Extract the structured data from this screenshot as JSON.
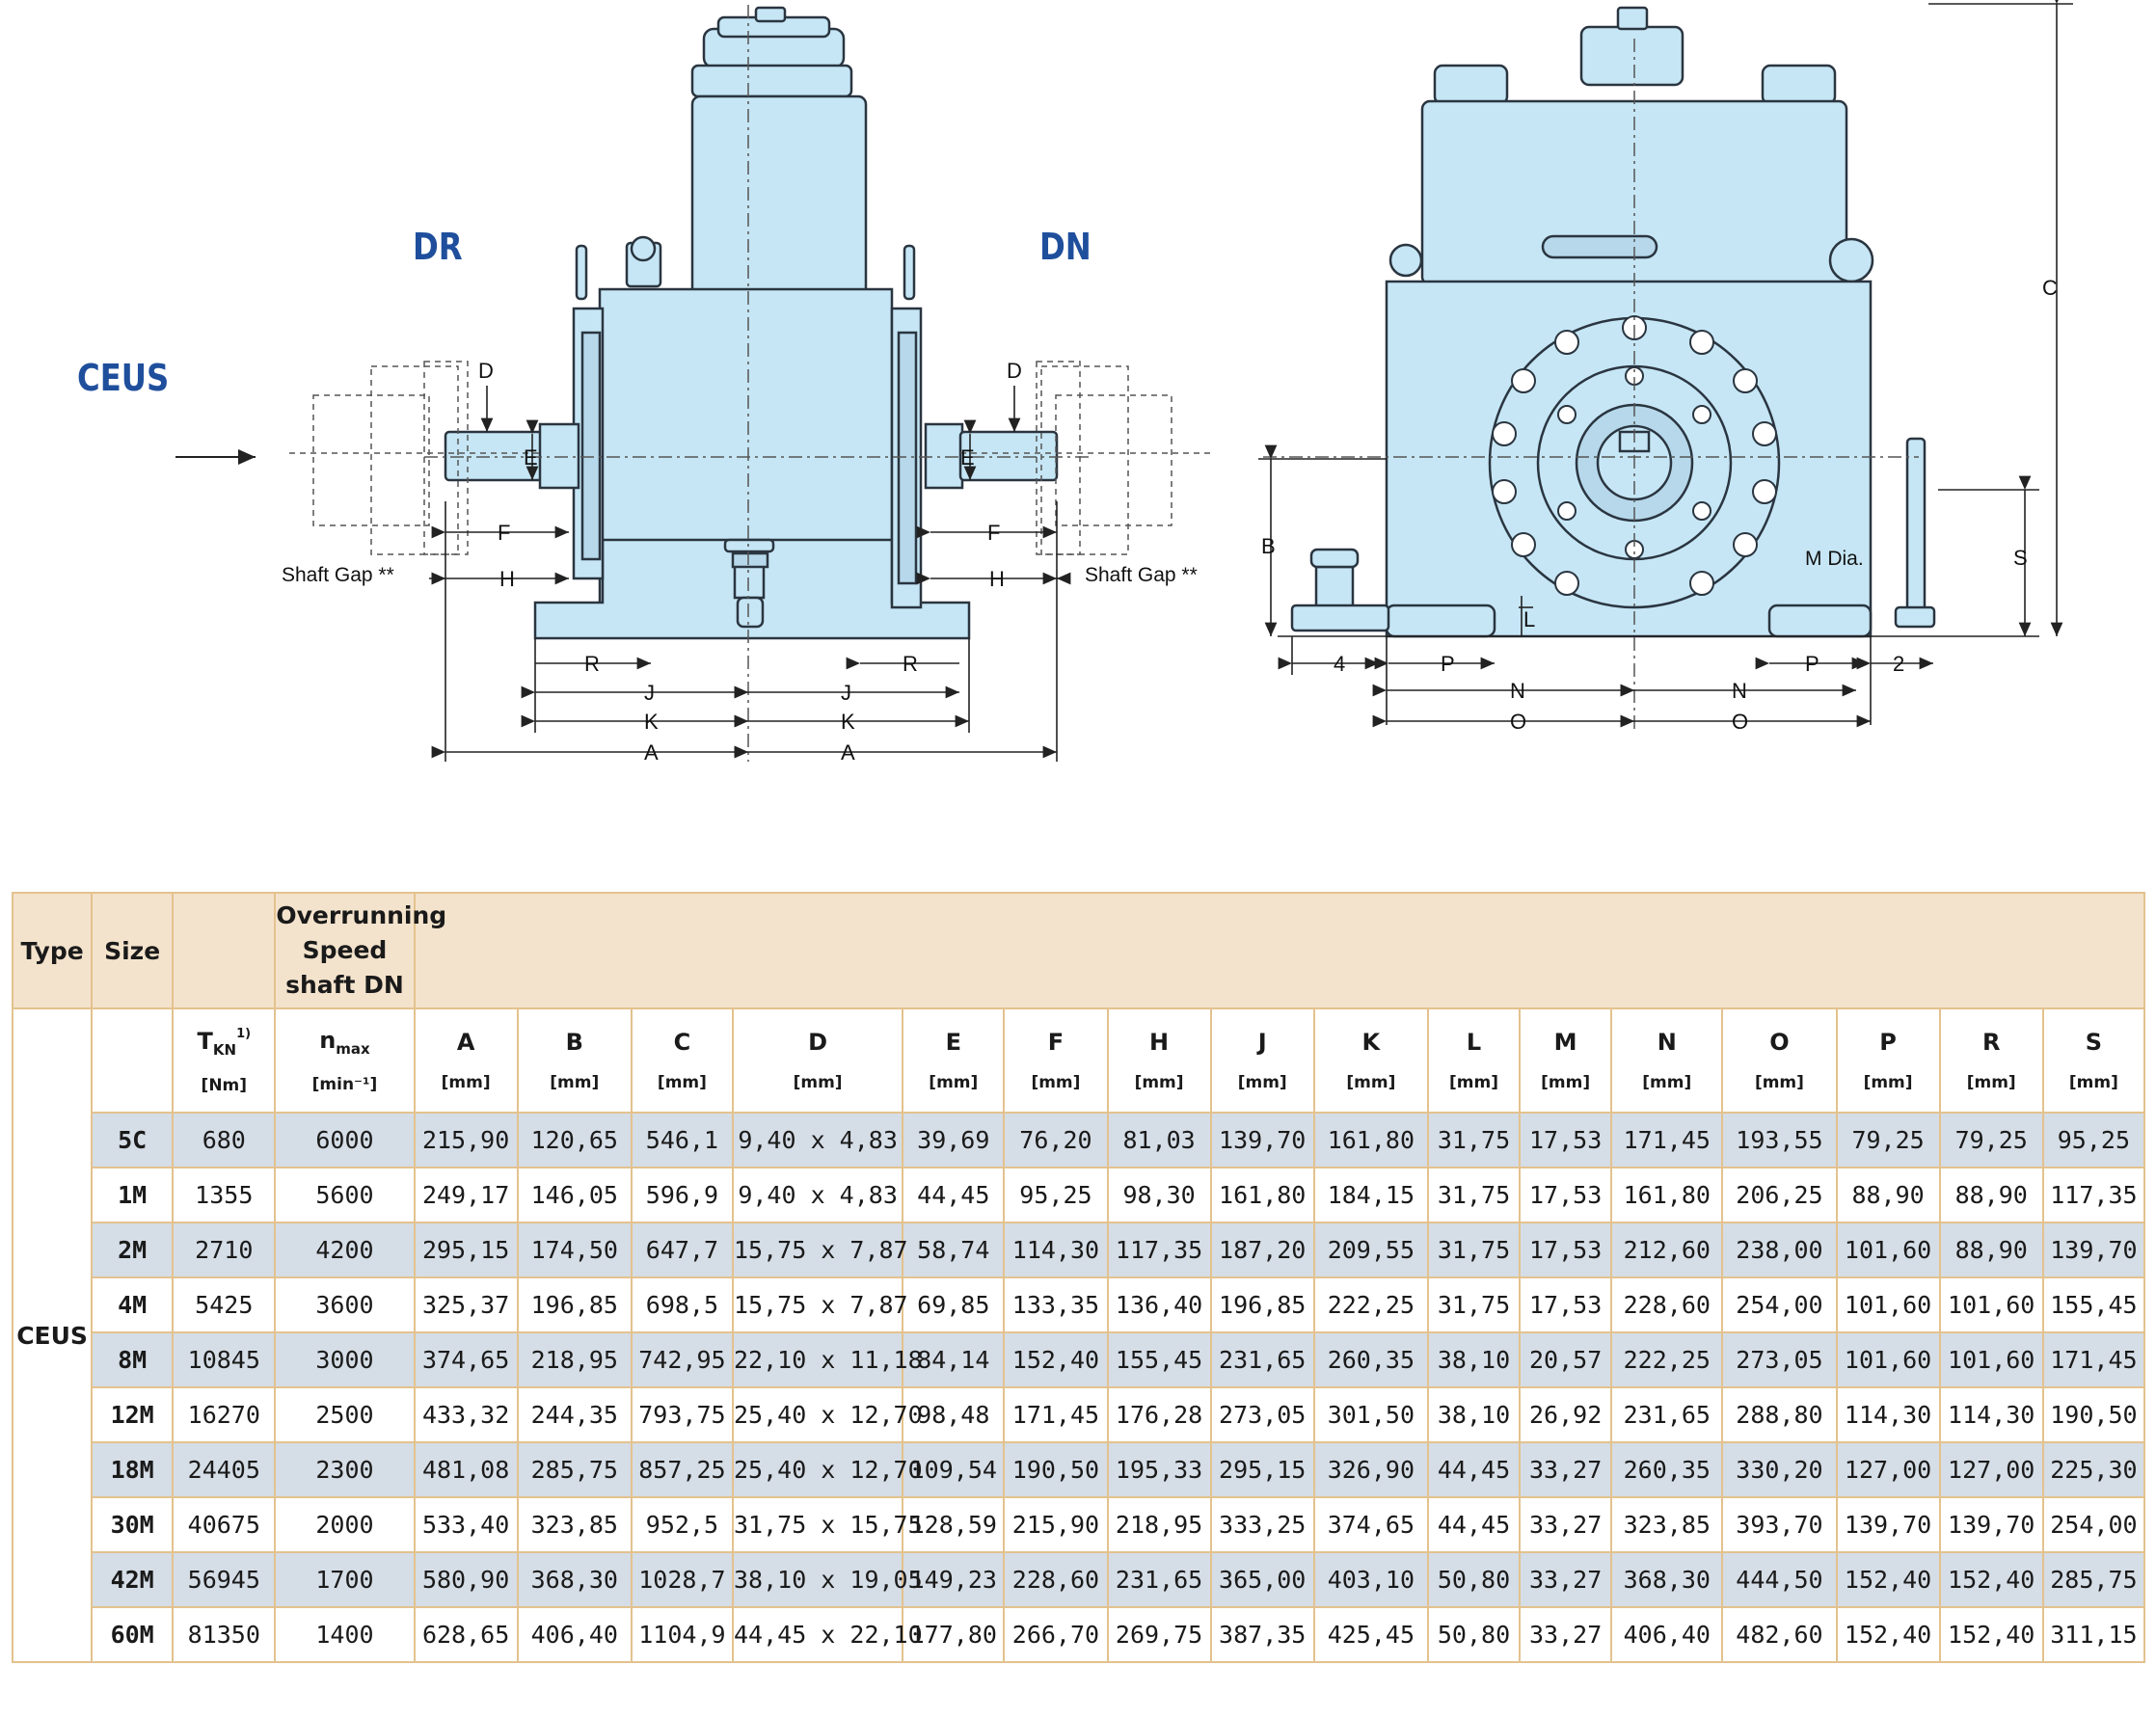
{
  "drawing": {
    "ceus_label": "CEUS",
    "dr_label": "DR",
    "dn_label": "DN",
    "shaft_gap_left": "Shaft Gap **",
    "shaft_gap_right": "Shaft Gap **",
    "m_dia": "M Dia.",
    "dims": {
      "A": "A",
      "B": "B",
      "C": "C",
      "D": "D",
      "E": "E",
      "F": "F",
      "H": "H",
      "J": "J",
      "K": "K",
      "L": "L",
      "N": "N",
      "O": "O",
      "P": "P",
      "R": "R",
      "S": "S",
      "four": "4",
      "two": "2"
    }
  },
  "table": {
    "header": {
      "type": "Type",
      "size": "Size",
      "overrunning": "Overrunning Speed shaft DN"
    },
    "type_value": "CEUS",
    "symbols": {
      "tkn_main": "T",
      "tkn_sub": "KN",
      "tkn_sup": "1)",
      "nmax_main": "n",
      "nmax_sub": "max"
    },
    "units": {
      "tkn": "[Nm]",
      "nmax": "[min⁻¹]",
      "mm": "[mm]"
    },
    "columns": [
      "A",
      "B",
      "C",
      "D",
      "E",
      "F",
      "H",
      "J",
      "K",
      "L",
      "M",
      "N",
      "O",
      "P",
      "R",
      "S"
    ],
    "rows": [
      {
        "size": "5C",
        "tkn": "680",
        "nmax": "6000",
        "values": [
          "215,90",
          "120,65",
          "546,1",
          "9,40 x 4,83",
          "39,69",
          "76,20",
          "81,03",
          "139,70",
          "161,80",
          "31,75",
          "17,53",
          "171,45",
          "193,55",
          "79,25",
          "79,25",
          "95,25"
        ]
      },
      {
        "size": "1M",
        "tkn": "1355",
        "nmax": "5600",
        "values": [
          "249,17",
          "146,05",
          "596,9",
          "9,40 x 4,83",
          "44,45",
          "95,25",
          "98,30",
          "161,80",
          "184,15",
          "31,75",
          "17,53",
          "161,80",
          "206,25",
          "88,90",
          "88,90",
          "117,35"
        ]
      },
      {
        "size": "2M",
        "tkn": "2710",
        "nmax": "4200",
        "values": [
          "295,15",
          "174,50",
          "647,7",
          "15,75 x 7,87",
          "58,74",
          "114,30",
          "117,35",
          "187,20",
          "209,55",
          "31,75",
          "17,53",
          "212,60",
          "238,00",
          "101,60",
          "88,90",
          "139,70"
        ]
      },
      {
        "size": "4M",
        "tkn": "5425",
        "nmax": "3600",
        "values": [
          "325,37",
          "196,85",
          "698,5",
          "15,75 x 7,87",
          "69,85",
          "133,35",
          "136,40",
          "196,85",
          "222,25",
          "31,75",
          "17,53",
          "228,60",
          "254,00",
          "101,60",
          "101,60",
          "155,45"
        ]
      },
      {
        "size": "8M",
        "tkn": "10845",
        "nmax": "3000",
        "values": [
          "374,65",
          "218,95",
          "742,95",
          "22,10 x 11,18",
          "84,14",
          "152,40",
          "155,45",
          "231,65",
          "260,35",
          "38,10",
          "20,57",
          "222,25",
          "273,05",
          "101,60",
          "101,60",
          "171,45"
        ]
      },
      {
        "size": "12M",
        "tkn": "16270",
        "nmax": "2500",
        "values": [
          "433,32",
          "244,35",
          "793,75",
          "25,40 x 12,70",
          "98,48",
          "171,45",
          "176,28",
          "273,05",
          "301,50",
          "38,10",
          "26,92",
          "231,65",
          "288,80",
          "114,30",
          "114,30",
          "190,50"
        ]
      },
      {
        "size": "18M",
        "tkn": "24405",
        "nmax": "2300",
        "values": [
          "481,08",
          "285,75",
          "857,25",
          "25,40 x 12,70",
          "109,54",
          "190,50",
          "195,33",
          "295,15",
          "326,90",
          "44,45",
          "33,27",
          "260,35",
          "330,20",
          "127,00",
          "127,00",
          "225,30"
        ]
      },
      {
        "size": "30M",
        "tkn": "40675",
        "nmax": "2000",
        "values": [
          "533,40",
          "323,85",
          "952,5",
          "31,75 x 15,75",
          "128,59",
          "215,90",
          "218,95",
          "333,25",
          "374,65",
          "44,45",
          "33,27",
          "323,85",
          "393,70",
          "139,70",
          "139,70",
          "254,00"
        ]
      },
      {
        "size": "42M",
        "tkn": "56945",
        "nmax": "1700",
        "values": [
          "580,90",
          "368,30",
          "1028,7",
          "38,10 x 19,05",
          "149,23",
          "228,60",
          "231,65",
          "365,00",
          "403,10",
          "50,80",
          "33,27",
          "368,30",
          "444,50",
          "152,40",
          "152,40",
          "285,75"
        ]
      },
      {
        "size": "60M",
        "tkn": "81350",
        "nmax": "1400",
        "values": [
          "628,65",
          "406,40",
          "1104,9",
          "44,45 x 22,10",
          "177,80",
          "266,70",
          "269,75",
          "387,35",
          "425,45",
          "50,80",
          "33,27",
          "406,40",
          "482,60",
          "152,40",
          "152,40",
          "311,15"
        ]
      }
    ]
  },
  "colors": {
    "body_fill": "#c6e6f5",
    "outline": "#2a3540",
    "header_bg": "#f4e3cc",
    "row_shade": "#d5dde6",
    "border": "#e3c28e",
    "title_blue": "#1f4f9c"
  }
}
